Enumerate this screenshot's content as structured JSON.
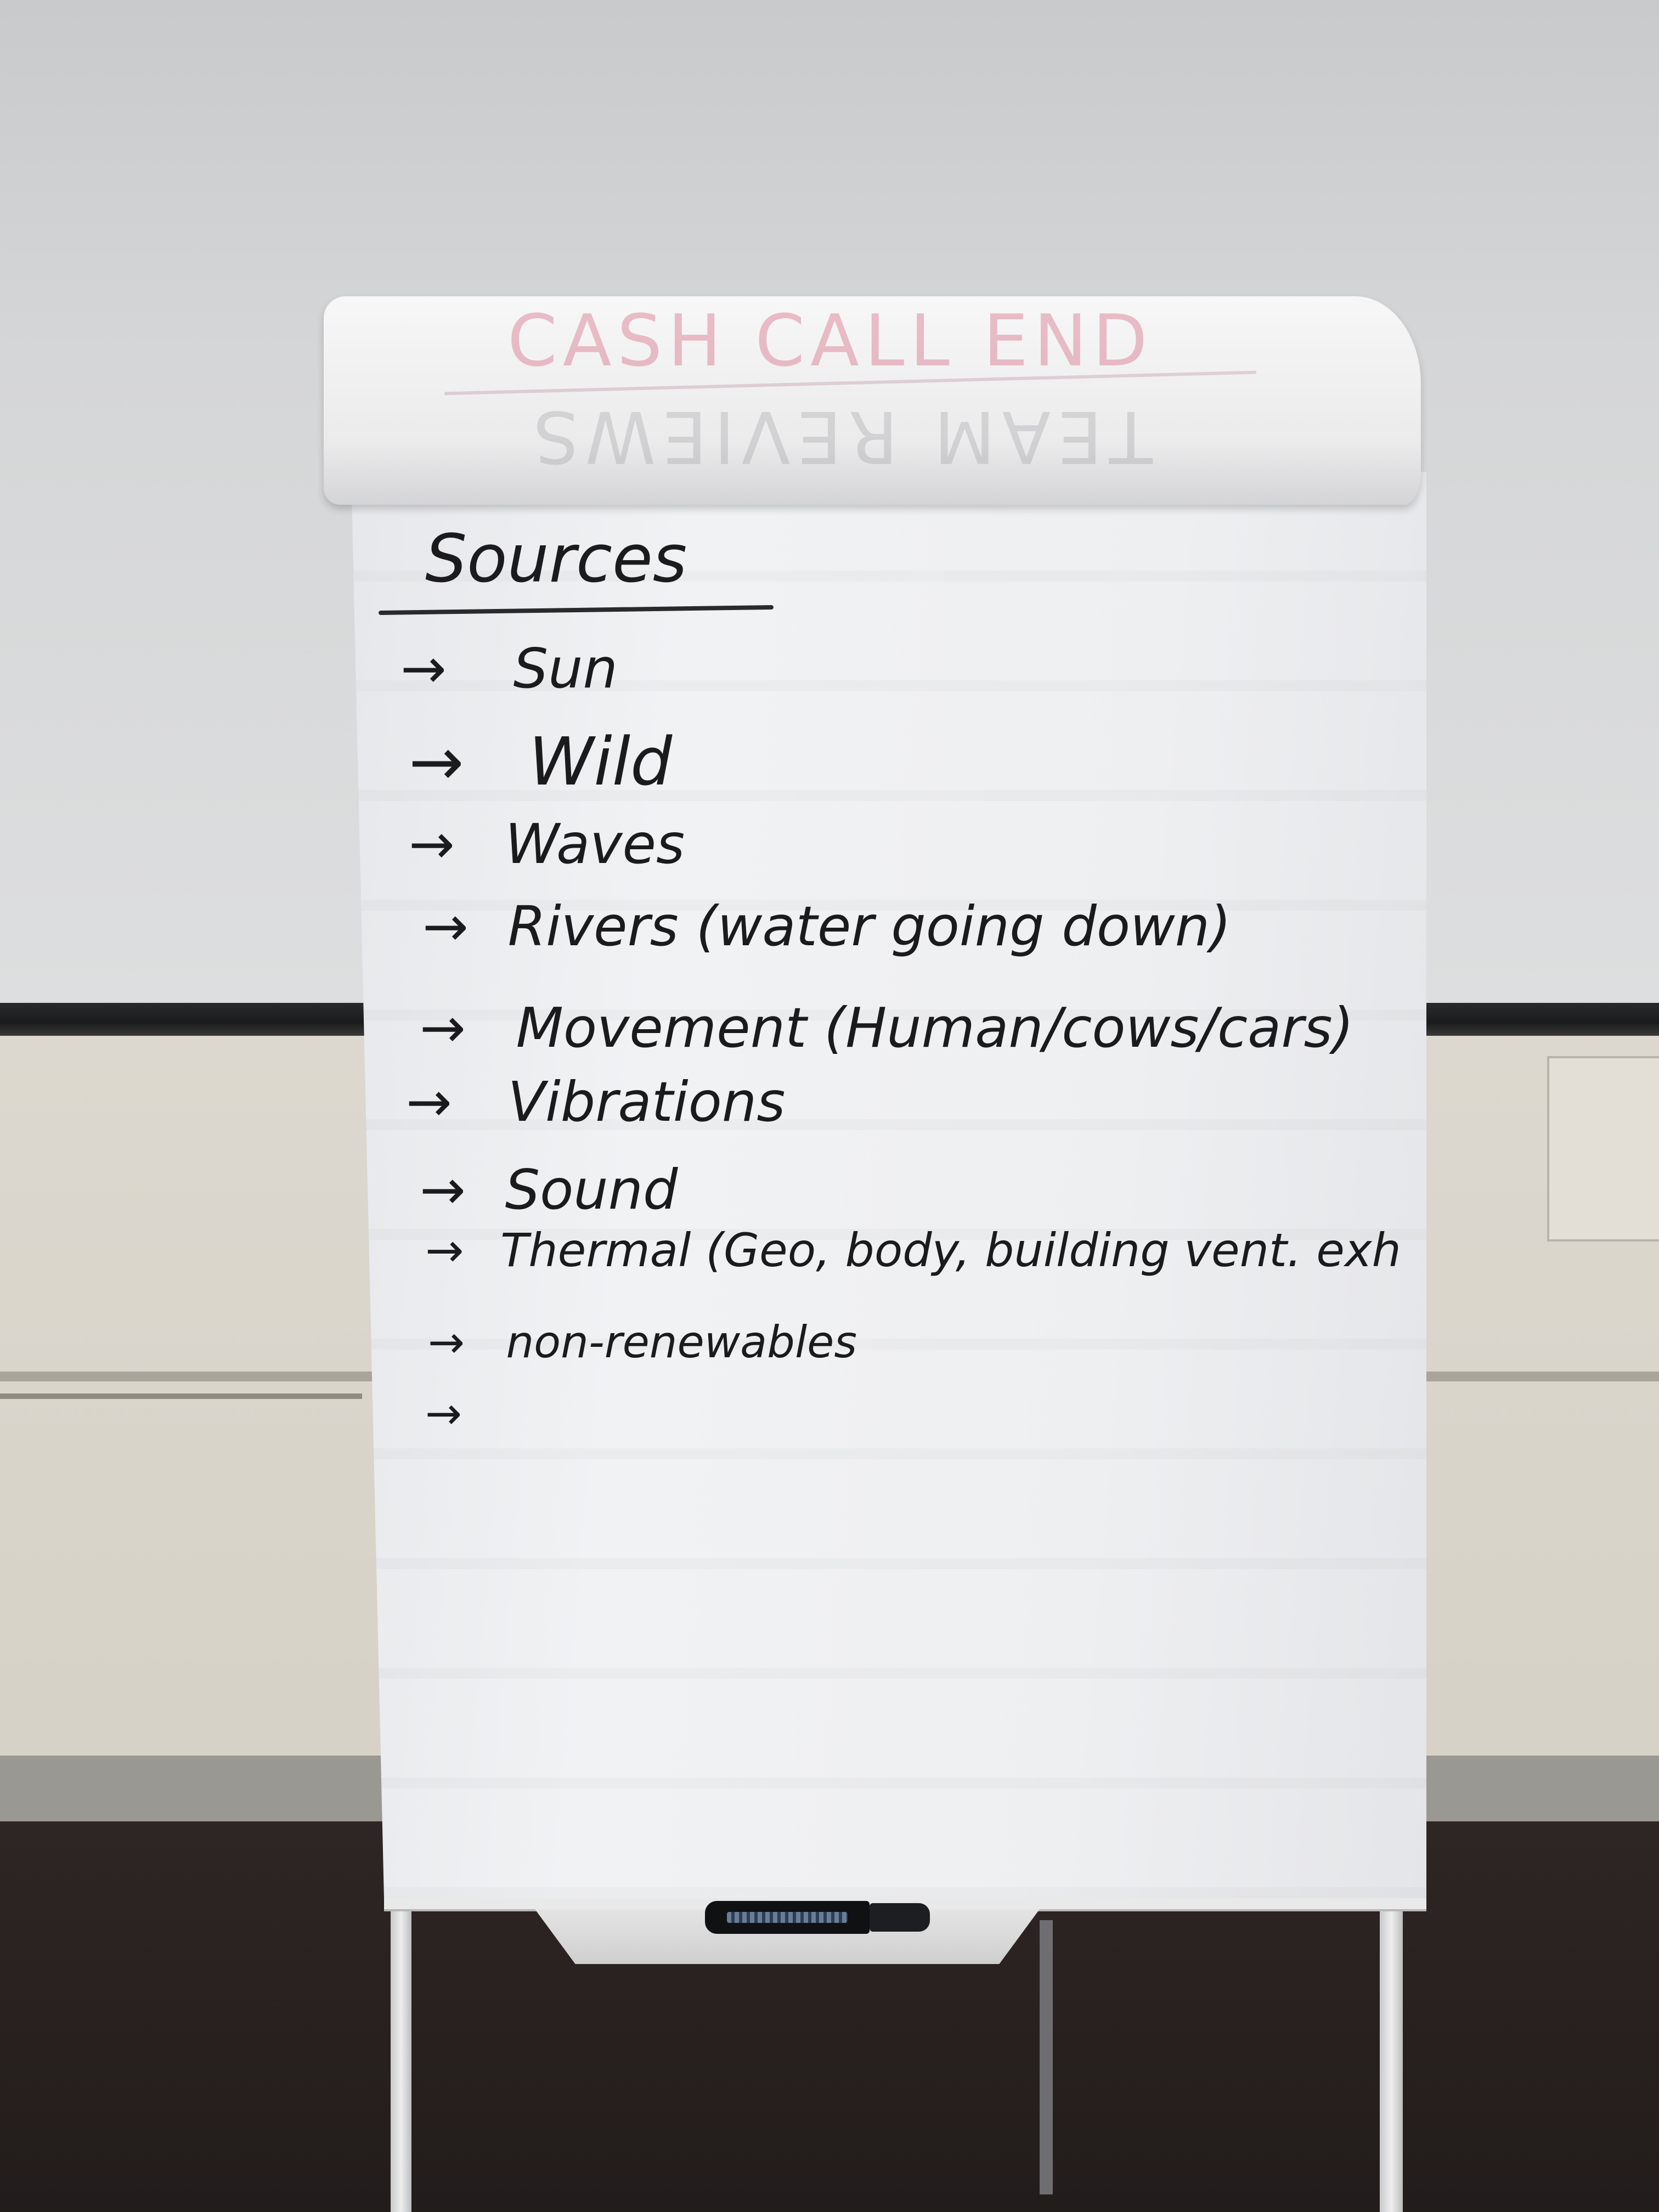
{
  "flipchart": {
    "ghost_red_text": "CASH CALL END",
    "ghost_gray_text": "TEAM REVIEWS",
    "heading": "Sources",
    "arrow": "→",
    "items": [
      {
        "label": "Sun"
      },
      {
        "label": "Wild"
      },
      {
        "label": "Waves"
      },
      {
        "label": "Rivers (water going down)"
      },
      {
        "label": "Movement (Human/cows/cars)"
      },
      {
        "label": "Vibrations"
      },
      {
        "label": "Sound"
      },
      {
        "label": "Thermal (Geo, body, building vent. exh"
      },
      {
        "label": "non-renewables"
      },
      {
        "label": ""
      }
    ]
  }
}
